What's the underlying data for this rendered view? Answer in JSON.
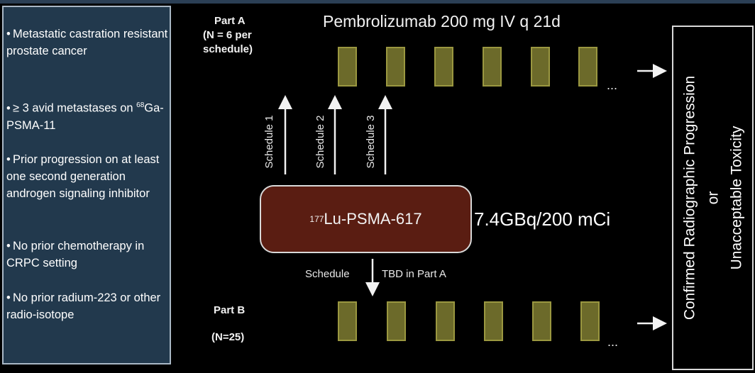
{
  "criteria": [
    {
      "text": "Metastatic castration resistant prostate cancer"
    },
    {
      "prefix": "≥ 3 avid metastases on ",
      "sup": "68",
      "text": "Ga-PSMA-11"
    },
    {
      "text": "Prior progression on at least one second generation androgen signaling inhibitor"
    },
    {
      "text": "No prior chemotherapy in CRPC setting"
    },
    {
      "text": "No prior radium-223 or other radio-isotope"
    }
  ],
  "part_a": {
    "title": "Part A",
    "n": "(N = 6 per",
    "n2": "schedule)"
  },
  "part_b": {
    "title": "Part B",
    "n": "(N=25)"
  },
  "pembrolizumab": "Pembrolizumab 200 mg IV q 21d",
  "schedules": [
    "Schedule 1",
    "Schedule 2",
    "Schedule 3"
  ],
  "drug": {
    "sup": "177",
    "name": "Lu-PSMA-617"
  },
  "dose": "7.4GBq/200 mCi",
  "schedule_word": "Schedule",
  "schedule_tbd": "TBD in Part A",
  "ellipsis": "...",
  "arrow": "→",
  "outcome": {
    "line1": "Confirmed Radiographic Progression",
    "line2": "or",
    "line3": "Unacceptable Toxicity"
  },
  "colors": {
    "panel": "#22394d",
    "cycle": "#6c6a2a",
    "drug_box": "#5a1d12",
    "topbar": "#2b3f55"
  }
}
